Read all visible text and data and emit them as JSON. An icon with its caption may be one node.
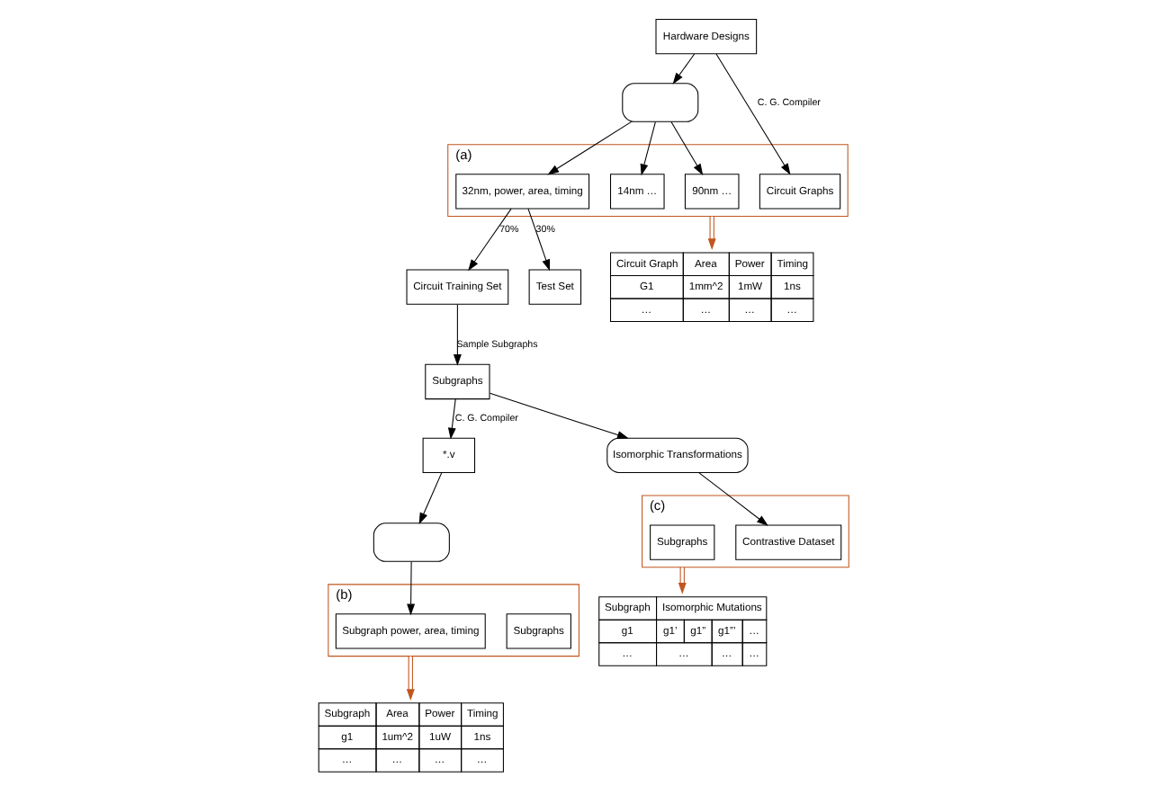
{
  "diagram": {
    "nodes": [
      {
        "text": [
          "Hardware Designs"
        ]
      },
      {
        "text": [],
        "shape": "box"
      },
      {
        "text": [
          "(a)"
        ]
      },
      {
        "text": [
          "Circuit Graphs"
        ],
        "in": 2
      },
      {
        "text": [
          "32nm, power, area, timing"
        ],
        "in": 2
      },
      {
        "text": [
          "14nm …"
        ],
        "in": 2
      },
      {
        "text": [
          "90nm …"
        ],
        "in": 2
      },
      {
        "text": [
          "Circuit Training Set"
        ]
      },
      {
        "text": [
          "Test Set"
        ]
      },
      {
        "text": [
          "Circuit Graph",
          "Area",
          "Power",
          "Timing",
          "G1",
          "1mm^2",
          "1mW",
          "1ns",
          "…",
          "…",
          "…",
          "…"
        ]
      },
      {
        "text": [
          "Subgraphs"
        ]
      },
      {
        "text": [
          "*.v"
        ]
      },
      {
        "text": [],
        "shape": "box"
      },
      {
        "text": [
          "(b)"
        ]
      },
      {
        "text": [
          "Subgraphs"
        ],
        "in": 13
      },
      {
        "text": [
          "Subgraph power, area, timing"
        ],
        "in": 13
      },
      {
        "text": [
          "Subgraph",
          "Area",
          "Power",
          "Timing",
          "g1",
          "1um^2",
          "1uW",
          "1ns",
          "…",
          "…",
          "…",
          "…"
        ]
      },
      {
        "text": [
          "Isomorphic Transformations"
        ]
      },
      {
        "text": [
          "(c)"
        ]
      },
      {
        "text": [
          "Contrastive Dataset"
        ],
        "in": 18
      },
      {
        "text": [
          "Subgraphs"
        ],
        "in": 18
      },
      {
        "text": [
          "Subgraph",
          "Isomorphic Mutations",
          "g1",
          "g1’",
          "g1”",
          "g1”’",
          "…",
          "…",
          "…",
          "…",
          "…"
        ]
      }
    ],
    "edges": [
      {
        "from": 0,
        "to": 1,
        "arrow": "to"
      },
      {
        "from": 0,
        "to": 3,
        "arrow": "to",
        "label": "C. G. Compiler"
      },
      {
        "from": 1,
        "to": 4,
        "arrow": "to"
      },
      {
        "from": 1,
        "to": 5,
        "arrow": "to"
      },
      {
        "from": 1,
        "to": 6,
        "arrow": "to"
      },
      {
        "from": 4,
        "to": 7,
        "arrow": "to",
        "label": "70%"
      },
      {
        "from": 4,
        "to": 8,
        "arrow": "to",
        "label": "30%"
      },
      {
        "from": 2,
        "to": 9,
        "arrow": "to",
        "color": "#c0561f"
      },
      {
        "from": 7,
        "to": 10,
        "arrow": "to",
        "label": "Sample Subgraphs"
      },
      {
        "from": 10,
        "to": 11,
        "arrow": "to",
        "label": "C. G. Compiler"
      },
      {
        "from": 11,
        "to": 12,
        "arrow": "to"
      },
      {
        "from": 12,
        "to": 15,
        "arrow": "to"
      },
      {
        "from": 13,
        "to": 16,
        "arrow": "to",
        "color": "#c0561f"
      },
      {
        "from": 10,
        "to": 17,
        "arrow": "to"
      },
      {
        "from": 17,
        "to": 19,
        "arrow": "to"
      },
      {
        "from": 18,
        "to": 21,
        "arrow": "to",
        "color": "#c0561f"
      }
    ]
  }
}
